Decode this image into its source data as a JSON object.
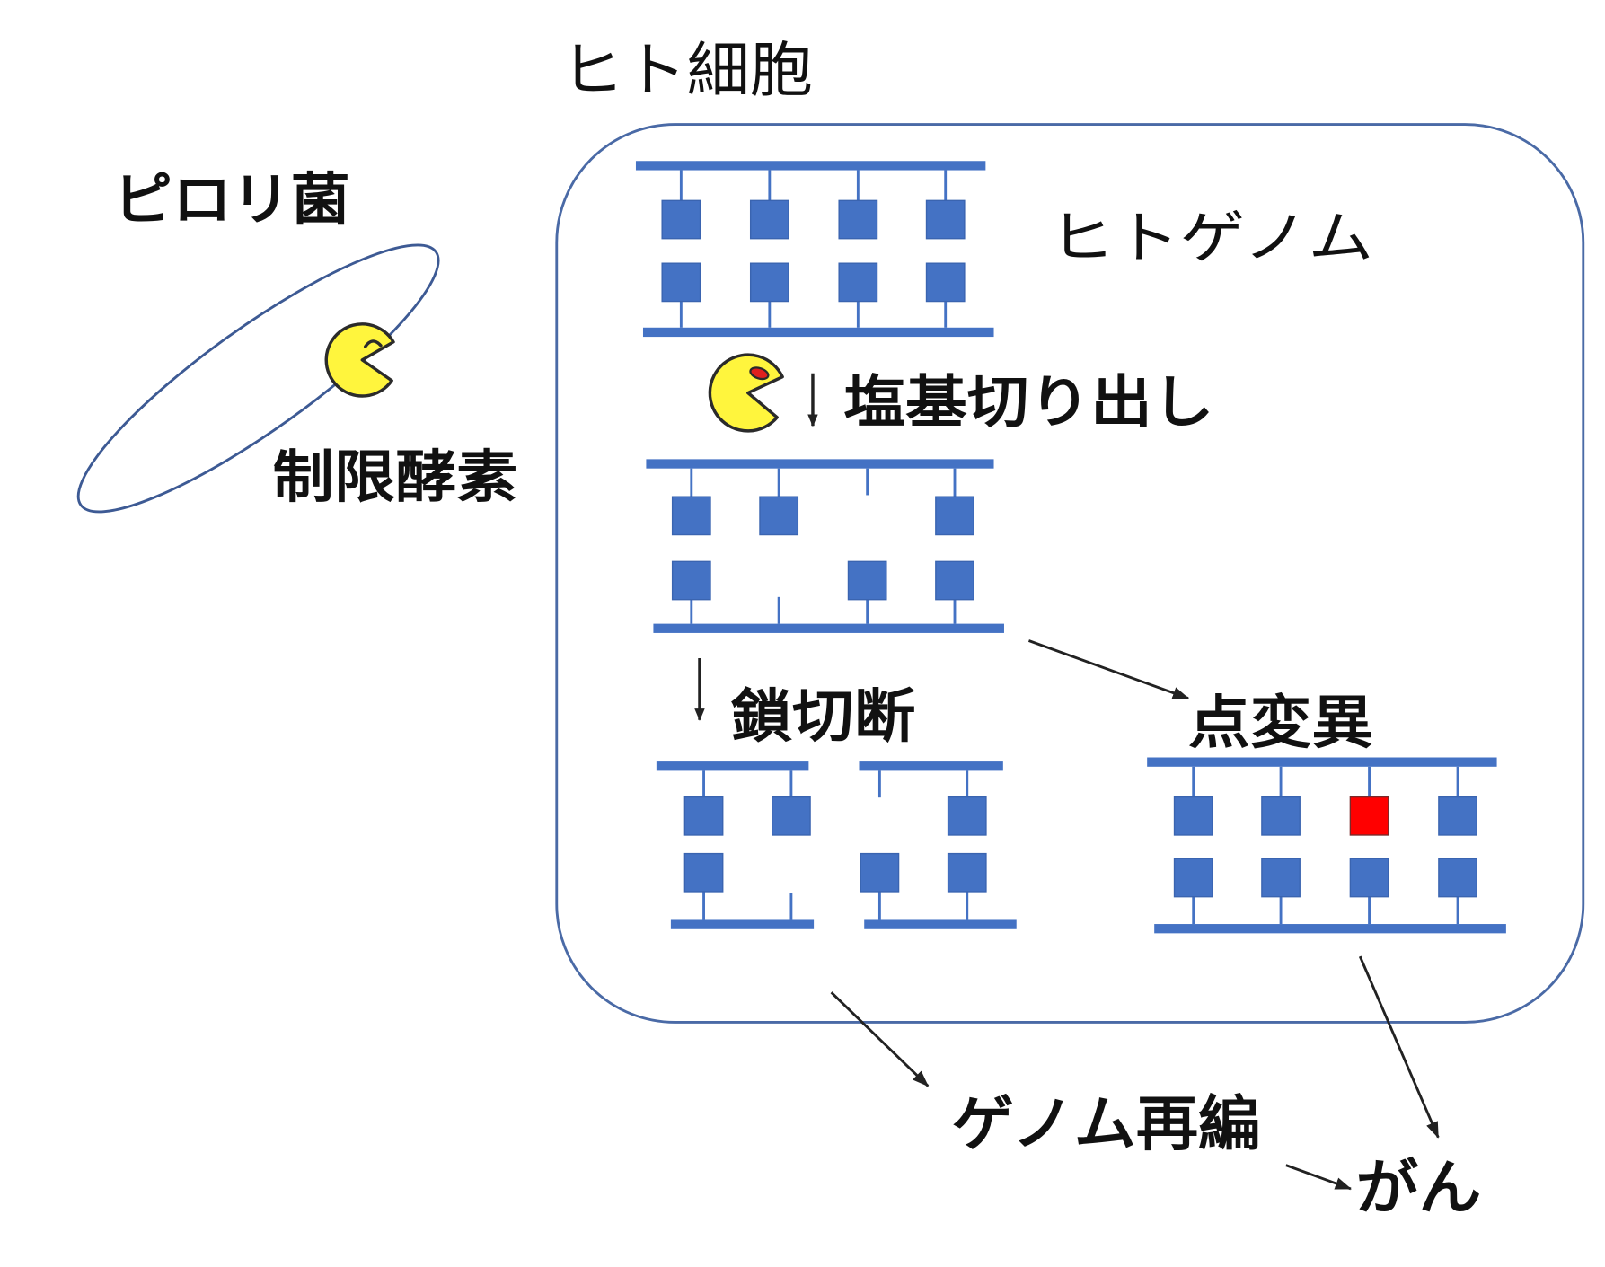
{
  "labels": {
    "human_cell": "ヒト細胞",
    "h_pylori": "ピロリ菌",
    "restriction_enzyme": "制限酵素",
    "human_genome": "ヒトゲノム",
    "base_excision": "塩基切り出し",
    "strand_break": "鎖切断",
    "point_mutation": "点変異",
    "genome_rearrangement": "ゲノム再編",
    "cancer": "がん"
  },
  "colors": {
    "strand": "#4472C4",
    "base": "#4472C4",
    "base_outline": "#3A64B0",
    "mutated_base": "#FF0000",
    "mutated_outline": "#7A2A2A",
    "cell_border": "#4A6AA6",
    "bacterium_border": "#3D5A94",
    "enzyme": "#FFF53D",
    "enzyme_outline": "#2B2B2B",
    "enzyme_eye": "#E0201E",
    "arrow": "#222222"
  }
}
